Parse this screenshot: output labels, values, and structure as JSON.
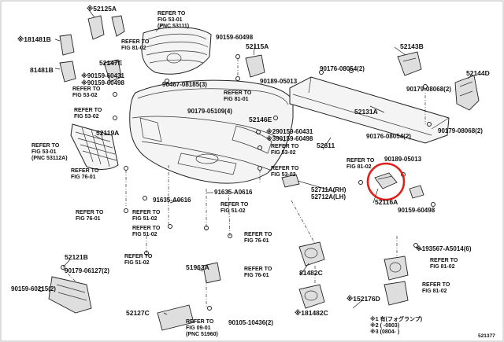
{
  "callouts": {
    "c52125A": "※52125A",
    "c181481B": "※181481B",
    "c81481B": "81481B",
    "c52147E": "52147E",
    "c90159_60431": "※90159-60431",
    "c90159_60498": "※90159-60498",
    "c90467": "90467-08185(3)",
    "c90159_60498b": "90159-60498",
    "c52115A": "52115A",
    "c90189_a": "90189-05013",
    "c90176_a": "90176-08054(2)",
    "c52143B": "52143B",
    "c52144D": "52144D",
    "c90179_a": "90179-08068(2)",
    "c52131A": "52131A",
    "c90179_b": "90179-08068(2)",
    "c90176_b": "90176-08054(2)",
    "c52611": "52611",
    "c90179_05109": "90179-05109(4)",
    "c52146E": "52146E",
    "c290159": "※290159-60431",
    "c390159": "※390159-60498",
    "c52119A": "52119A",
    "c90189_b": "90189-05013",
    "c52711A": "52711A(RH)",
    "c52712A": "52712A(LH)",
    "c52116A": "52116A",
    "c90159_60498c": "90159-60498",
    "c91635_a": "91635-A0616",
    "c91635_b": "91635-A0616",
    "c81482C_a": "81482C",
    "c193567": "※193567-A5014(6)",
    "c52121B": "52121B",
    "c90179_06127": "90179-06127(2)",
    "c90159_60215": "90159-60215(2)",
    "c51962A": "51962A",
    "c52127C": "52127C",
    "c90105": "90105-10436(2)",
    "c181482C": "※181482C",
    "c152176D": "※152176D",
    "c521377": "521377"
  },
  "refs": {
    "r_53_01_top": [
      "REFER TO",
      "FIG 53-01",
      "(PNC 53111)"
    ],
    "r_81_02_top": [
      "REFER TO",
      "FIG 81-02"
    ],
    "r_53_02_left": [
      "REFER TO",
      "FIG 53-02"
    ],
    "r_53_02_left2": [
      "REFER TO",
      "FIG 53-02"
    ],
    "r_81_01": [
      "REFER TO",
      "FIG 81-01"
    ],
    "r_53_02_mid": [
      "REFER TO",
      "FIG 53-02"
    ],
    "r_53_01_left": [
      "REFER TO",
      "FIG 53-01",
      "(PNC 53112A)"
    ],
    "r_76_01_left": [
      "REFER TO",
      "FIG 76-01"
    ],
    "r_81_02_mid": [
      "REFER TO",
      "FIG 81-02"
    ],
    "r_53_02_right": [
      "REFER TO",
      "FIG 53-02"
    ],
    "r_76_01_b": [
      "REFER TO",
      "FIG 76-01"
    ],
    "r_51_02_a": [
      "REFER TO",
      "FIG 51-02"
    ],
    "r_51_02_b": [
      "REFER TO",
      "FIG 51-02"
    ],
    "r_51_02_c": [
      "REFER TO",
      "FIG 51-02"
    ],
    "r_76_01_c": [
      "REFER TO",
      "FIG 76-01"
    ],
    "r_76_01_d": [
      "REFER TO",
      "FIG 76-01"
    ],
    "r_51_02_d": [
      "REFER TO",
      "FIG 51-02"
    ],
    "r_81_02_br": [
      "REFER TO",
      "FIG 81-02"
    ],
    "r_81_02_br2": [
      "REFER TO",
      "FIG 81-02"
    ],
    "r_09_01": [
      "REFER TO",
      "FIG 09-01",
      "(PNC 51960)"
    ]
  },
  "footnote": {
    "line1": "※1 有(フォグランプ)",
    "line2": "※2  (     -0803)",
    "line3": "※3 (0804-     )"
  }
}
